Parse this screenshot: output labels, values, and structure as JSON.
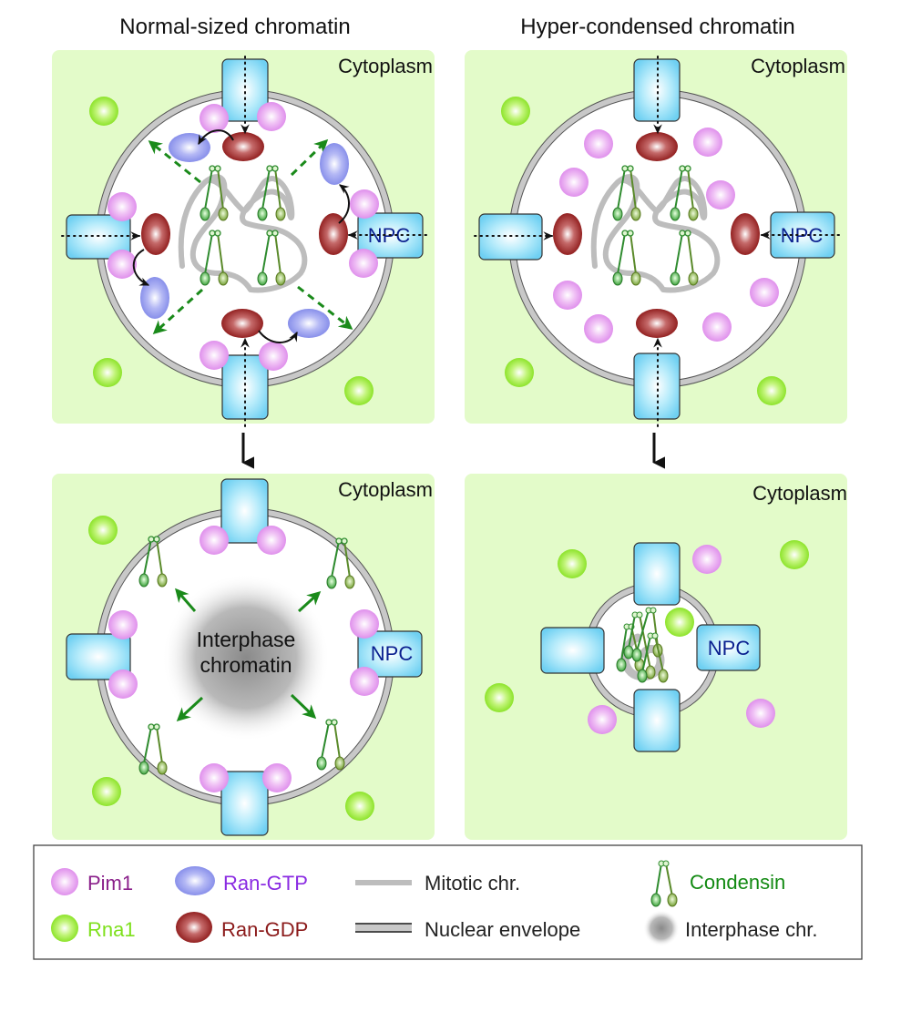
{
  "titles": {
    "left": "Normal-sized chromatin",
    "right": "Hyper-condensed chromatin"
  },
  "panels": {
    "top_left": {
      "compartment_label": "Cytoplasm",
      "npc_label": "NPC",
      "state": "mitotic, normal-sized chromatin"
    },
    "top_right": {
      "compartment_label": "Cytoplasm",
      "npc_label": "NPC",
      "state": "mitotic, hyper-condensed chromatin"
    },
    "bottom_left": {
      "compartment_label": "Cytoplasm",
      "npc_label": "NPC",
      "center_label_line1": "Interphase",
      "center_label_line2": "chromatin"
    },
    "bottom_right": {
      "compartment_label": "Cytoplasm",
      "npc_label": "NPC"
    }
  },
  "legend": {
    "items": [
      {
        "label": "Pim1",
        "icon": "pim1-sphere-icon",
        "color": "#8a1f8a"
      },
      {
        "label": "Ran-GTP",
        "icon": "ran-gtp-sphere-icon",
        "color": "#8a2be2"
      },
      {
        "label": "Mitotic chr.",
        "icon": "mitotic-chromatin-line-icon",
        "color": "#222222"
      },
      {
        "label": "Condensin",
        "icon": "condensin-icon",
        "color": "#138a13"
      },
      {
        "label": "Rna1",
        "icon": "rna1-sphere-icon",
        "color": "#7ee01c"
      },
      {
        "label": "Ran-GDP",
        "icon": "ran-gdp-sphere-icon",
        "color": "#8b1a1a"
      },
      {
        "label": "Nuclear envelope",
        "icon": "nuclear-envelope-line-icon",
        "color": "#222222"
      },
      {
        "label": "Interphase chr.",
        "icon": "interphase-chromatin-blob-icon",
        "color": "#222222"
      }
    ]
  },
  "colors": {
    "cytoplasm_bg": "#e3fbc9",
    "npc_fill": "#7fd6f5",
    "pim1": "#e596f0",
    "rna1": "#8fe82a",
    "ran_gtp": "#8f95ec",
    "ran_gdp": "#9e1d1d",
    "condensin": "#2e8b2e",
    "mitotic_chr": "#bbbbbb",
    "envelope": "#c8c8c8",
    "transport_arrow": "#1a8a1a"
  }
}
